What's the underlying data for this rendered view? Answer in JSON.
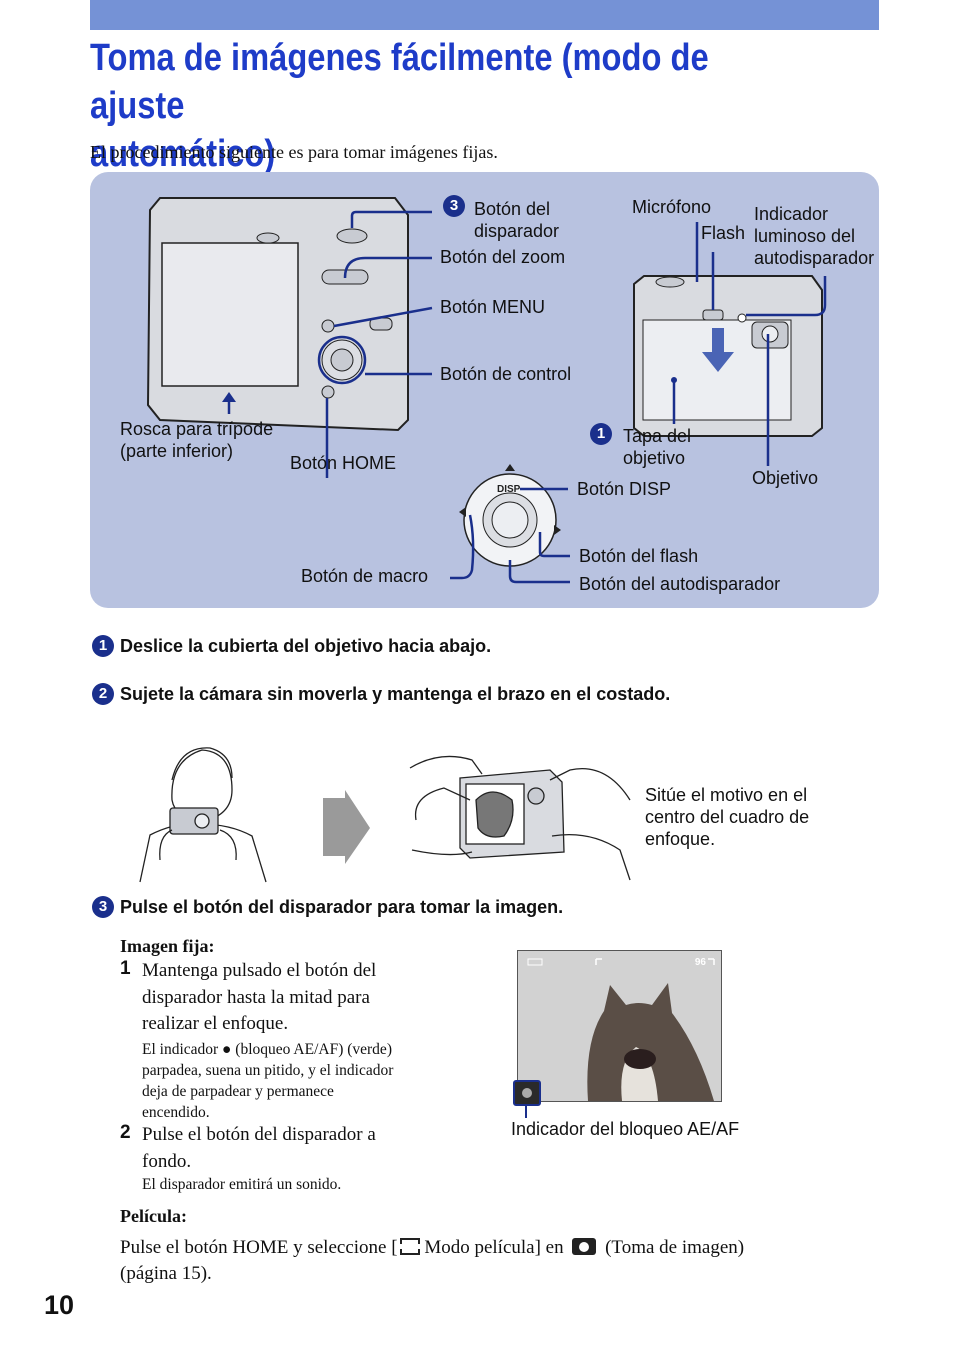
{
  "title": "Toma de imágenes fácilmente (modo de ajuste automático)",
  "title_line1": "Toma de imágenes fácilmente (modo de ajuste",
  "title_line2": "automático)",
  "intro": "El procedimiento siguiente es para tomar imágenes fijas.",
  "diagram": {
    "shutter_num": "3",
    "shutter": "Botón del disparador",
    "shutter_l1": "Botón del",
    "shutter_l2": "disparador",
    "zoom": "Botón del zoom",
    "menu": "Botón MENU",
    "control": "Botón de control",
    "tripod_l1": "Rosca para trípode",
    "tripod_l2": "(parte inferior)",
    "home": "Botón HOME",
    "mic": "Micrófono",
    "flash": "Flash",
    "indicator_l1": "Indicador",
    "indicator_l2": "luminoso del",
    "indicator_l3": "autodisparador",
    "cover_num": "1",
    "cover_l1": "Tapa del",
    "cover_l2": "objetivo",
    "lens": "Objetivo",
    "disp": "Botón DISP",
    "disp_mark": "DISP",
    "flash_btn": "Botón del flash",
    "self_timer": "Botón del autodisparador",
    "macro": "Botón de macro"
  },
  "steps": [
    {
      "num": "1",
      "text": "Deslice la cubierta del objetivo hacia abajo."
    },
    {
      "num": "2",
      "text": "Sujete la cámara sin moverla y mantenga el brazo en el costado."
    },
    {
      "num": "3",
      "text": "Pulse el botón del disparador para tomar la imagen."
    }
  ],
  "focus_tip_l1": "Sitúe el motivo en el",
  "focus_tip_l2": "centro del cuadro de",
  "focus_tip_l3": "enfoque.",
  "still": {
    "heading": "Imagen fija:",
    "s1_num": "1",
    "s1_l1": "Mantenga pulsado el botón del",
    "s1_l2": "disparador hasta la mitad para",
    "s1_l3": "realizar el enfoque.",
    "s1_note_l1": "El indicador ● (bloqueo AE/AF) (verde)",
    "s1_note_l2": "parpadea, suena un pitido, y el indicador",
    "s1_note_l3": "deja de parpadear y permanece",
    "s1_note_l4": "encendido.",
    "s2_num": "2",
    "s2_l1": "Pulse el botón del disparador a",
    "s2_l2": "fondo.",
    "s2_note": "El disparador emitirá un sonido."
  },
  "lcd": {
    "count": "96",
    "lock_label": "Indicador del bloqueo AE/AF"
  },
  "movie": {
    "heading": "Película:",
    "l1_a": "Pulse el botón HOME y seleccione [",
    "l1_b": " Modo película] en ",
    "l1_c": " (Toma de imagen)",
    "l2": "(página 15)."
  },
  "page_number": "10",
  "colors": {
    "accent": "#1e3cc8",
    "bar": "#7592d6",
    "panel": "#b8c2e0",
    "leader": "#1a2f8c"
  }
}
